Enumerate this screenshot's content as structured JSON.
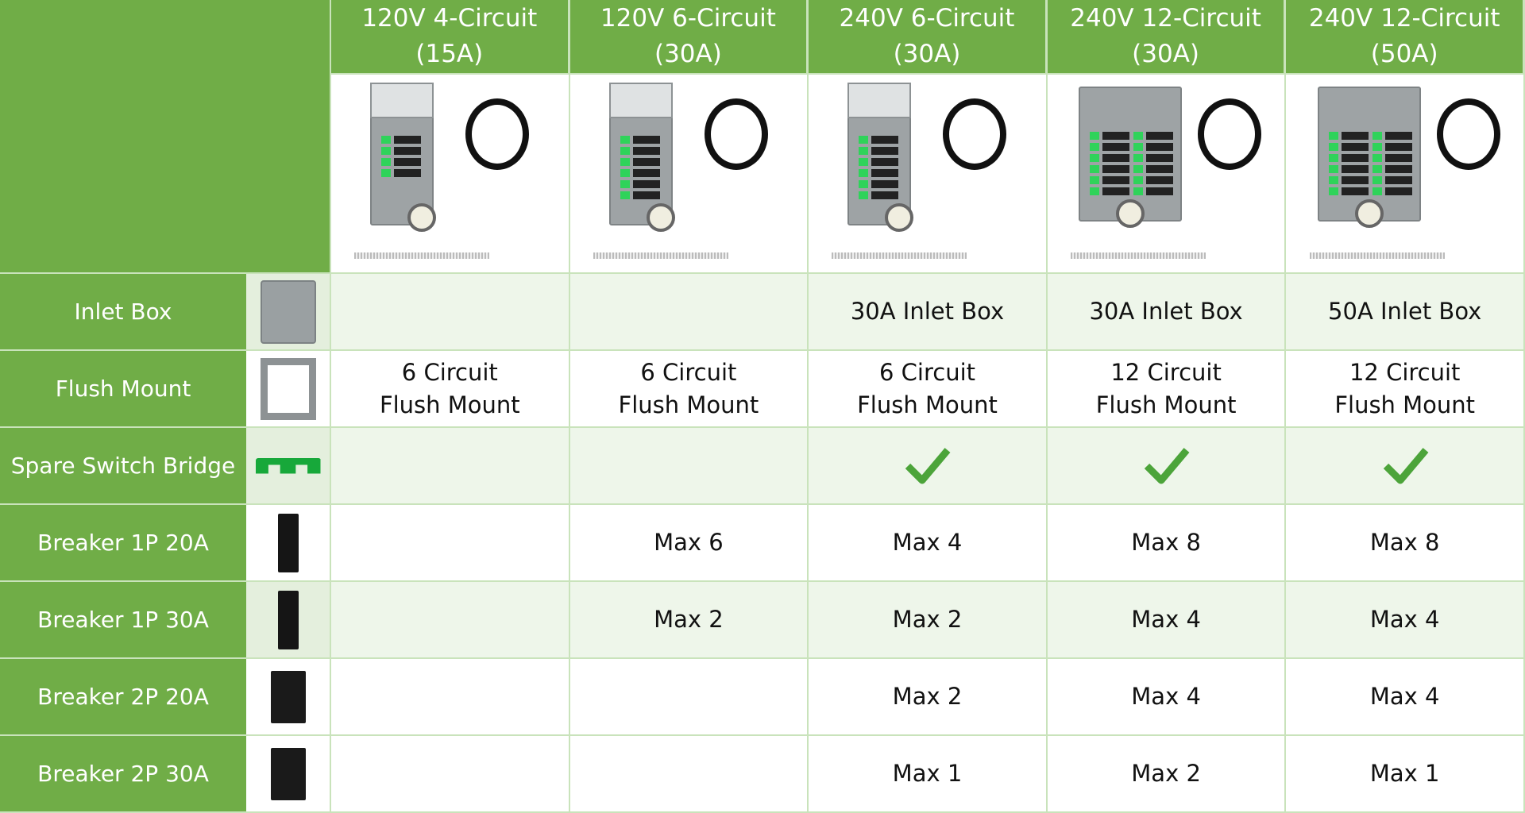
{
  "products": [
    {
      "line1": "120V 4-Circuit",
      "line2": "(15A)",
      "switches": 4
    },
    {
      "line1": "120V 6-Circuit",
      "line2": "(30A)",
      "switches": 6
    },
    {
      "line1": "240V 6-Circuit",
      "line2": "(30A)",
      "switches": 6
    },
    {
      "line1": "240V 12-Circuit",
      "line2": "(30A)",
      "switches": 12
    },
    {
      "line1": "240V 12-Circuit",
      "line2": "(50A)",
      "switches": 12
    }
  ],
  "rows": [
    {
      "label": "Inlet Box",
      "icon": "inlet-box-icon",
      "values": [
        [
          ""
        ],
        [
          ""
        ],
        [
          "30A Inlet Box"
        ],
        [
          "30A Inlet Box"
        ],
        [
          "50A Inlet Box"
        ]
      ]
    },
    {
      "label": "Flush Mount",
      "icon": "flush-mount-icon",
      "values": [
        [
          "6 Circuit",
          "Flush Mount"
        ],
        [
          "6 Circuit",
          "Flush Mount"
        ],
        [
          "6 Circuit",
          "Flush Mount"
        ],
        [
          "12 Circuit",
          "Flush Mount"
        ],
        [
          "12 Circuit",
          "Flush Mount"
        ]
      ]
    },
    {
      "label": "Spare Switch Bridge",
      "icon": "switch-bridge-icon",
      "checks": [
        false,
        false,
        true,
        true,
        true
      ]
    },
    {
      "label": "Breaker 1P 20A",
      "icon": "breaker-1p-icon",
      "values": [
        [
          ""
        ],
        [
          "Max 6"
        ],
        [
          "Max 4"
        ],
        [
          "Max 8"
        ],
        [
          "Max 8"
        ]
      ]
    },
    {
      "label": "Breaker 1P 30A",
      "icon": "breaker-1p-icon",
      "values": [
        [
          ""
        ],
        [
          "Max 2"
        ],
        [
          "Max 2"
        ],
        [
          "Max 4"
        ],
        [
          "Max 4"
        ]
      ]
    },
    {
      "label": "Breaker 2P 20A",
      "icon": "breaker-2p-icon",
      "values": [
        [
          ""
        ],
        [
          ""
        ],
        [
          "Max 2"
        ],
        [
          "Max 4"
        ],
        [
          "Max 4"
        ]
      ]
    },
    {
      "label": "Breaker 2P 30A",
      "icon": "breaker-2p-icon",
      "values": [
        [
          ""
        ],
        [
          ""
        ],
        [
          "Max 1"
        ],
        [
          "Max 2"
        ],
        [
          "Max 1"
        ]
      ]
    }
  ],
  "colors": {
    "header": "#70ad47",
    "check": "#4ca43a",
    "alt": "#eef6ea"
  }
}
